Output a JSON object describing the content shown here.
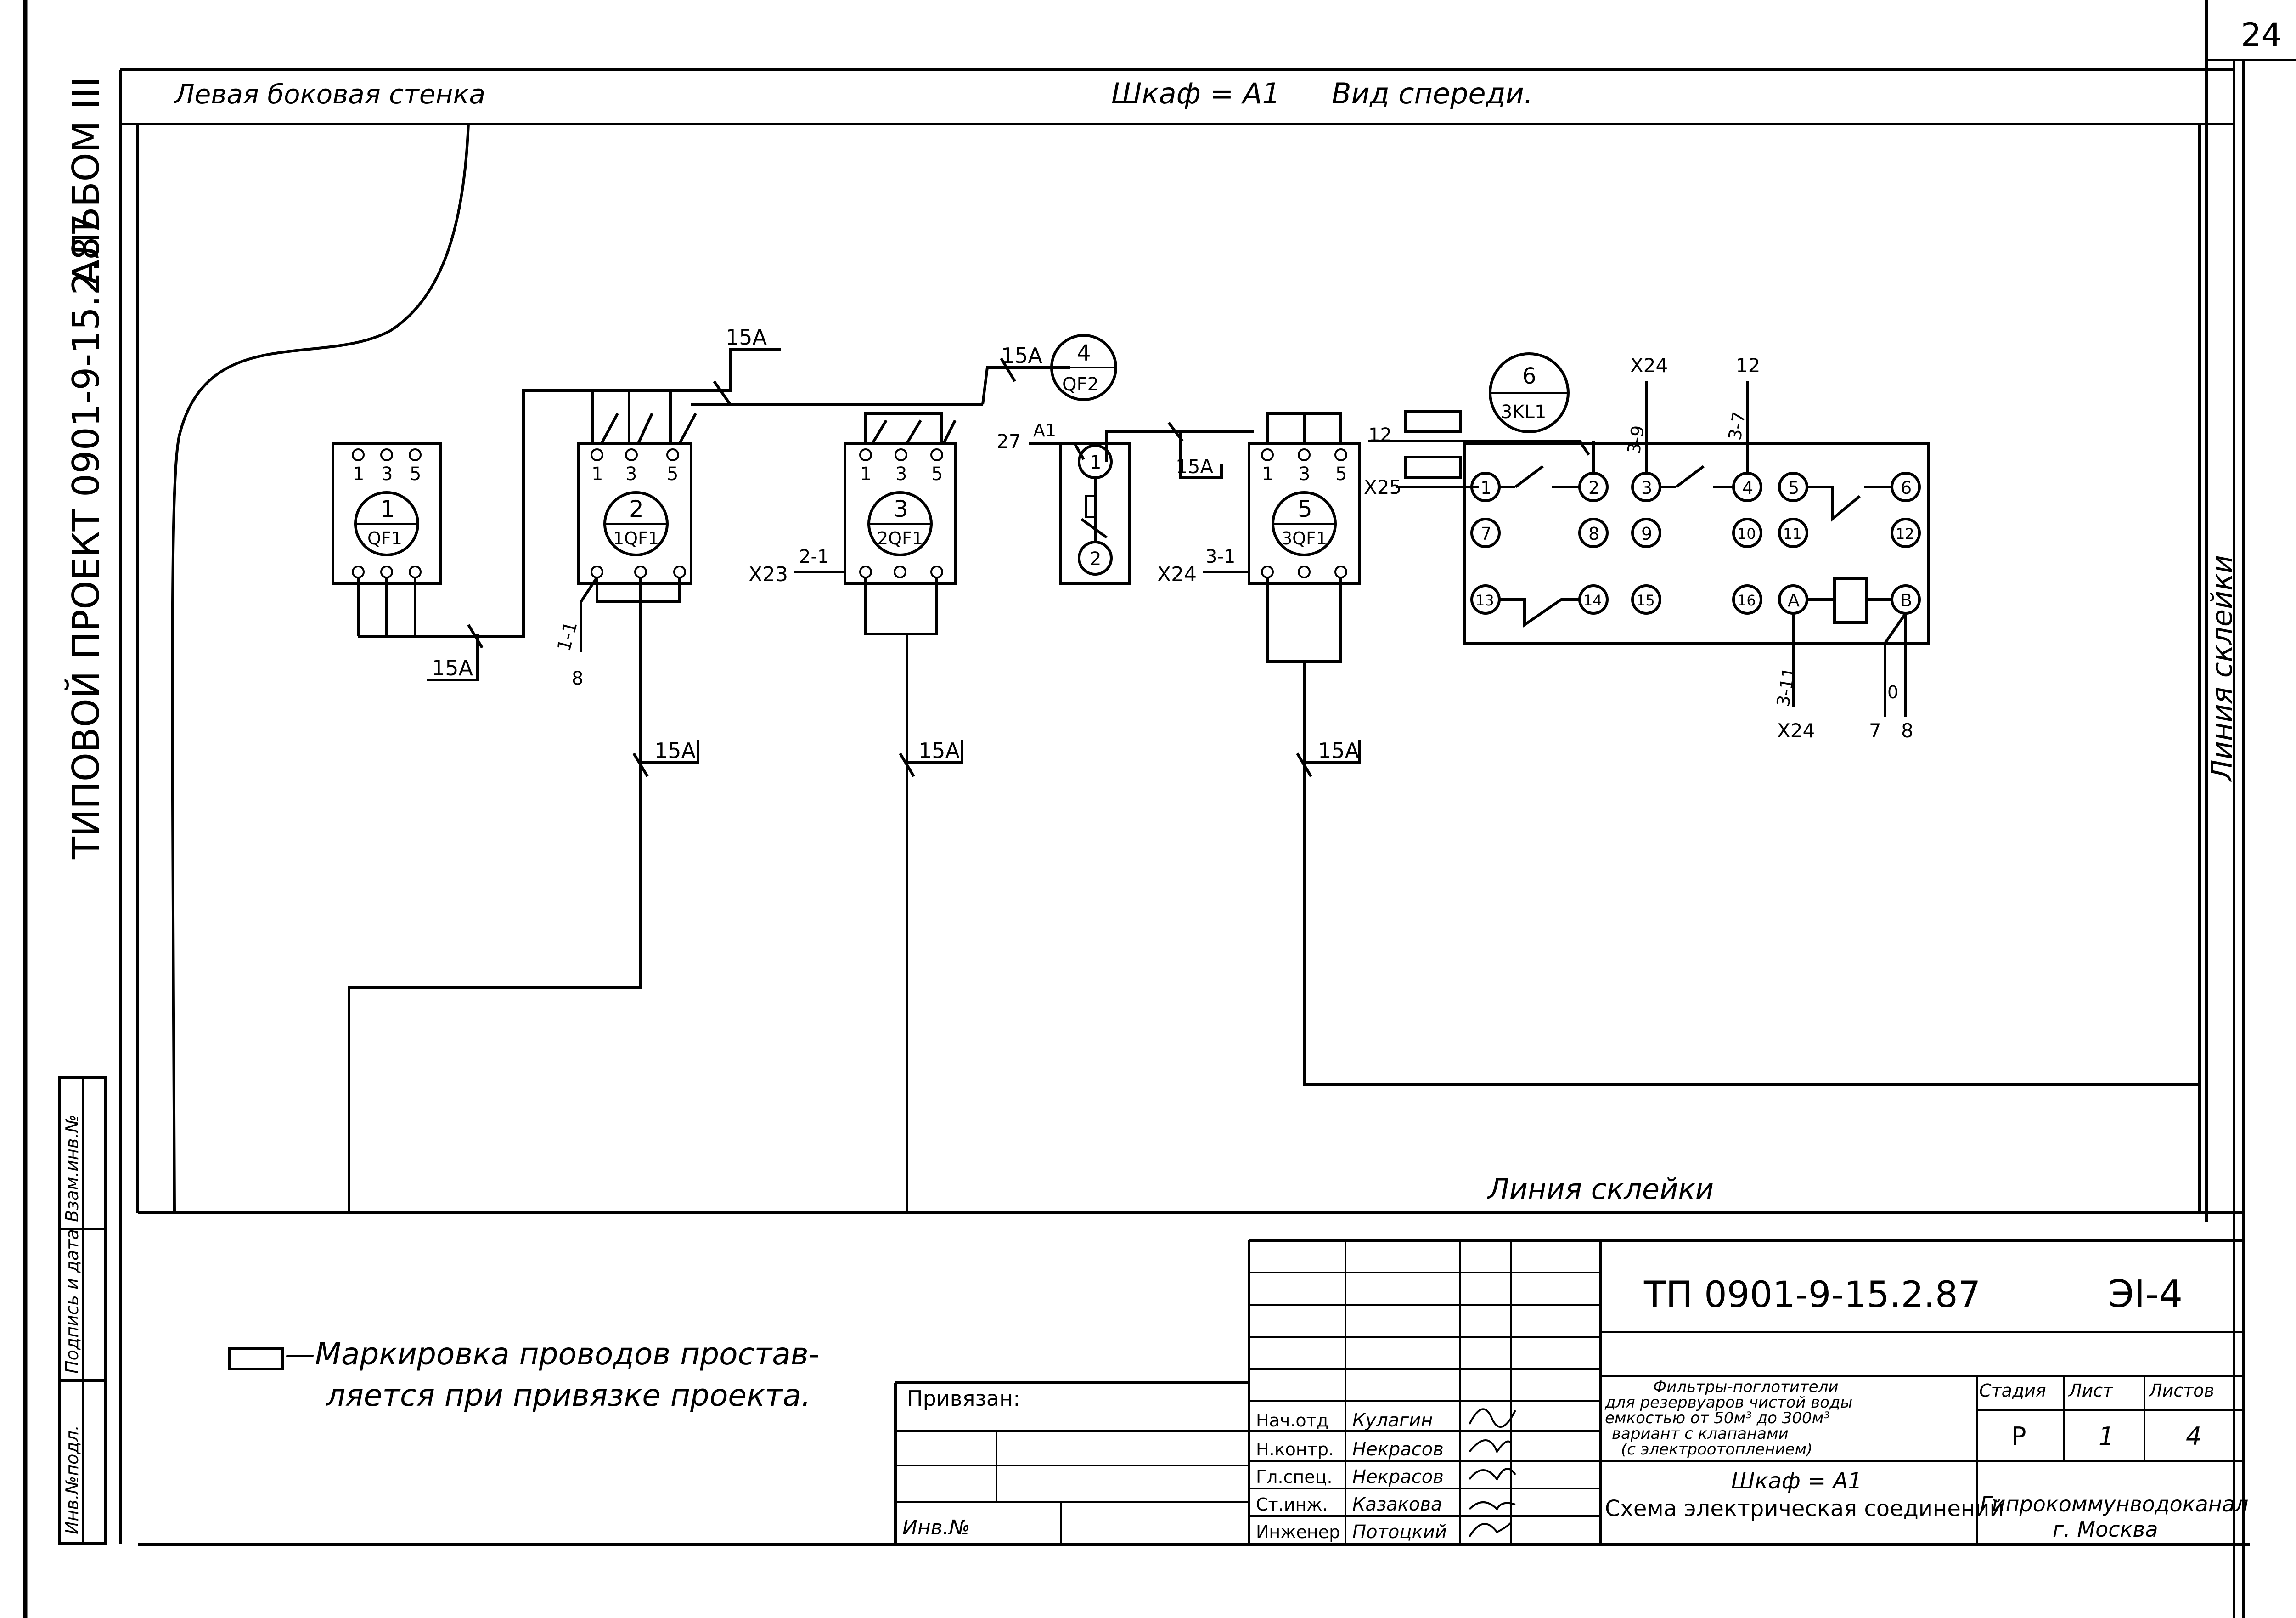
{
  "page_number": "24",
  "album": "АЛЬБОМ III",
  "project": "ТИПОВОЙ ПРОЕКТ 0901-9-15.2.87",
  "header": {
    "left_wall": "Левая боковая стенка",
    "cabinet": "Шкаф = А1",
    "view": "Вид спереди."
  },
  "glue_line": "Линия склейки",
  "glue_line_vertical": "Линия склейки",
  "current": "15А",
  "devices": [
    {
      "num": "1",
      "code": "QF1",
      "terminals": [
        "1",
        "3",
        "5"
      ]
    },
    {
      "num": "2",
      "code": "1QF1",
      "terminals": [
        "1",
        "3",
        "5"
      ]
    },
    {
      "num": "3",
      "code": "2QF1",
      "terminals": [
        "1",
        "3",
        "5"
      ]
    },
    {
      "num": "4",
      "code": "QF2",
      "terminals": [
        "1",
        "2"
      ]
    },
    {
      "num": "5",
      "code": "3QF1",
      "terminals": [
        "1",
        "3",
        "5"
      ]
    },
    {
      "num": "6",
      "code": "3KL1"
    }
  ],
  "wire_labels": {
    "x23": "X23",
    "x23_wire": "2-1",
    "x24": "X24",
    "x24_wire": "3-1",
    "x25": "X25",
    "w12": "12",
    "w27": "27",
    "wA1": "А1",
    "w11": "1-1",
    "w8": "8",
    "top_x24": "X24",
    "top_x24_wire": "3-9",
    "top_12": "12",
    "top_12_wire": "3-7",
    "bot_x24": "X24",
    "bot_x24_wire": "3-11",
    "bot_7": "7",
    "bot_8": "8",
    "bot_0": "0"
  },
  "relay_terminals": [
    "1",
    "2",
    "3",
    "4",
    "5",
    "6",
    "7",
    "8",
    "9",
    "10",
    "11",
    "12",
    "13",
    "14",
    "15",
    "16",
    "А",
    "В"
  ],
  "note": {
    "line1": "—Маркировка проводов простав-",
    "line2": "ляется при привязке проекта."
  },
  "side_stamp": [
    "Инв.№подл.",
    "Подпись и дата",
    "Взам.инв.№"
  ],
  "title_block": {
    "tied": "Привязан:",
    "inv": "Инв.№",
    "doc_number": "ТП 0901-9-15.2.87",
    "sheet_code": "ЭI-4",
    "roles": [
      {
        "role": "Нач.отд",
        "name": "Кулагин"
      },
      {
        "role": "Н.контр.",
        "name": "Некрасов"
      },
      {
        "role": "Гл.спец.",
        "name": "Некрасов"
      },
      {
        "role": "Ст.инж.",
        "name": "Казакова"
      },
      {
        "role": "Инженер",
        "name": "Потоцкий"
      }
    ],
    "description": [
      "Фильтры-поглотители",
      "для резервуаров чистой воды",
      "емкостью от 50м³ до 300м³",
      "вариант с клапанами",
      "(с электроотоплением)"
    ],
    "stage_h": "Стадия",
    "sheet_h": "Лист",
    "sheets_h": "Листов",
    "stage": "Р",
    "sheet": "1",
    "sheets": "4",
    "cabinet": "Шкаф = А1",
    "scheme": "Схема электрическая соединений",
    "org": "Гипрокоммунводоканал",
    "city": "г. Москва"
  }
}
